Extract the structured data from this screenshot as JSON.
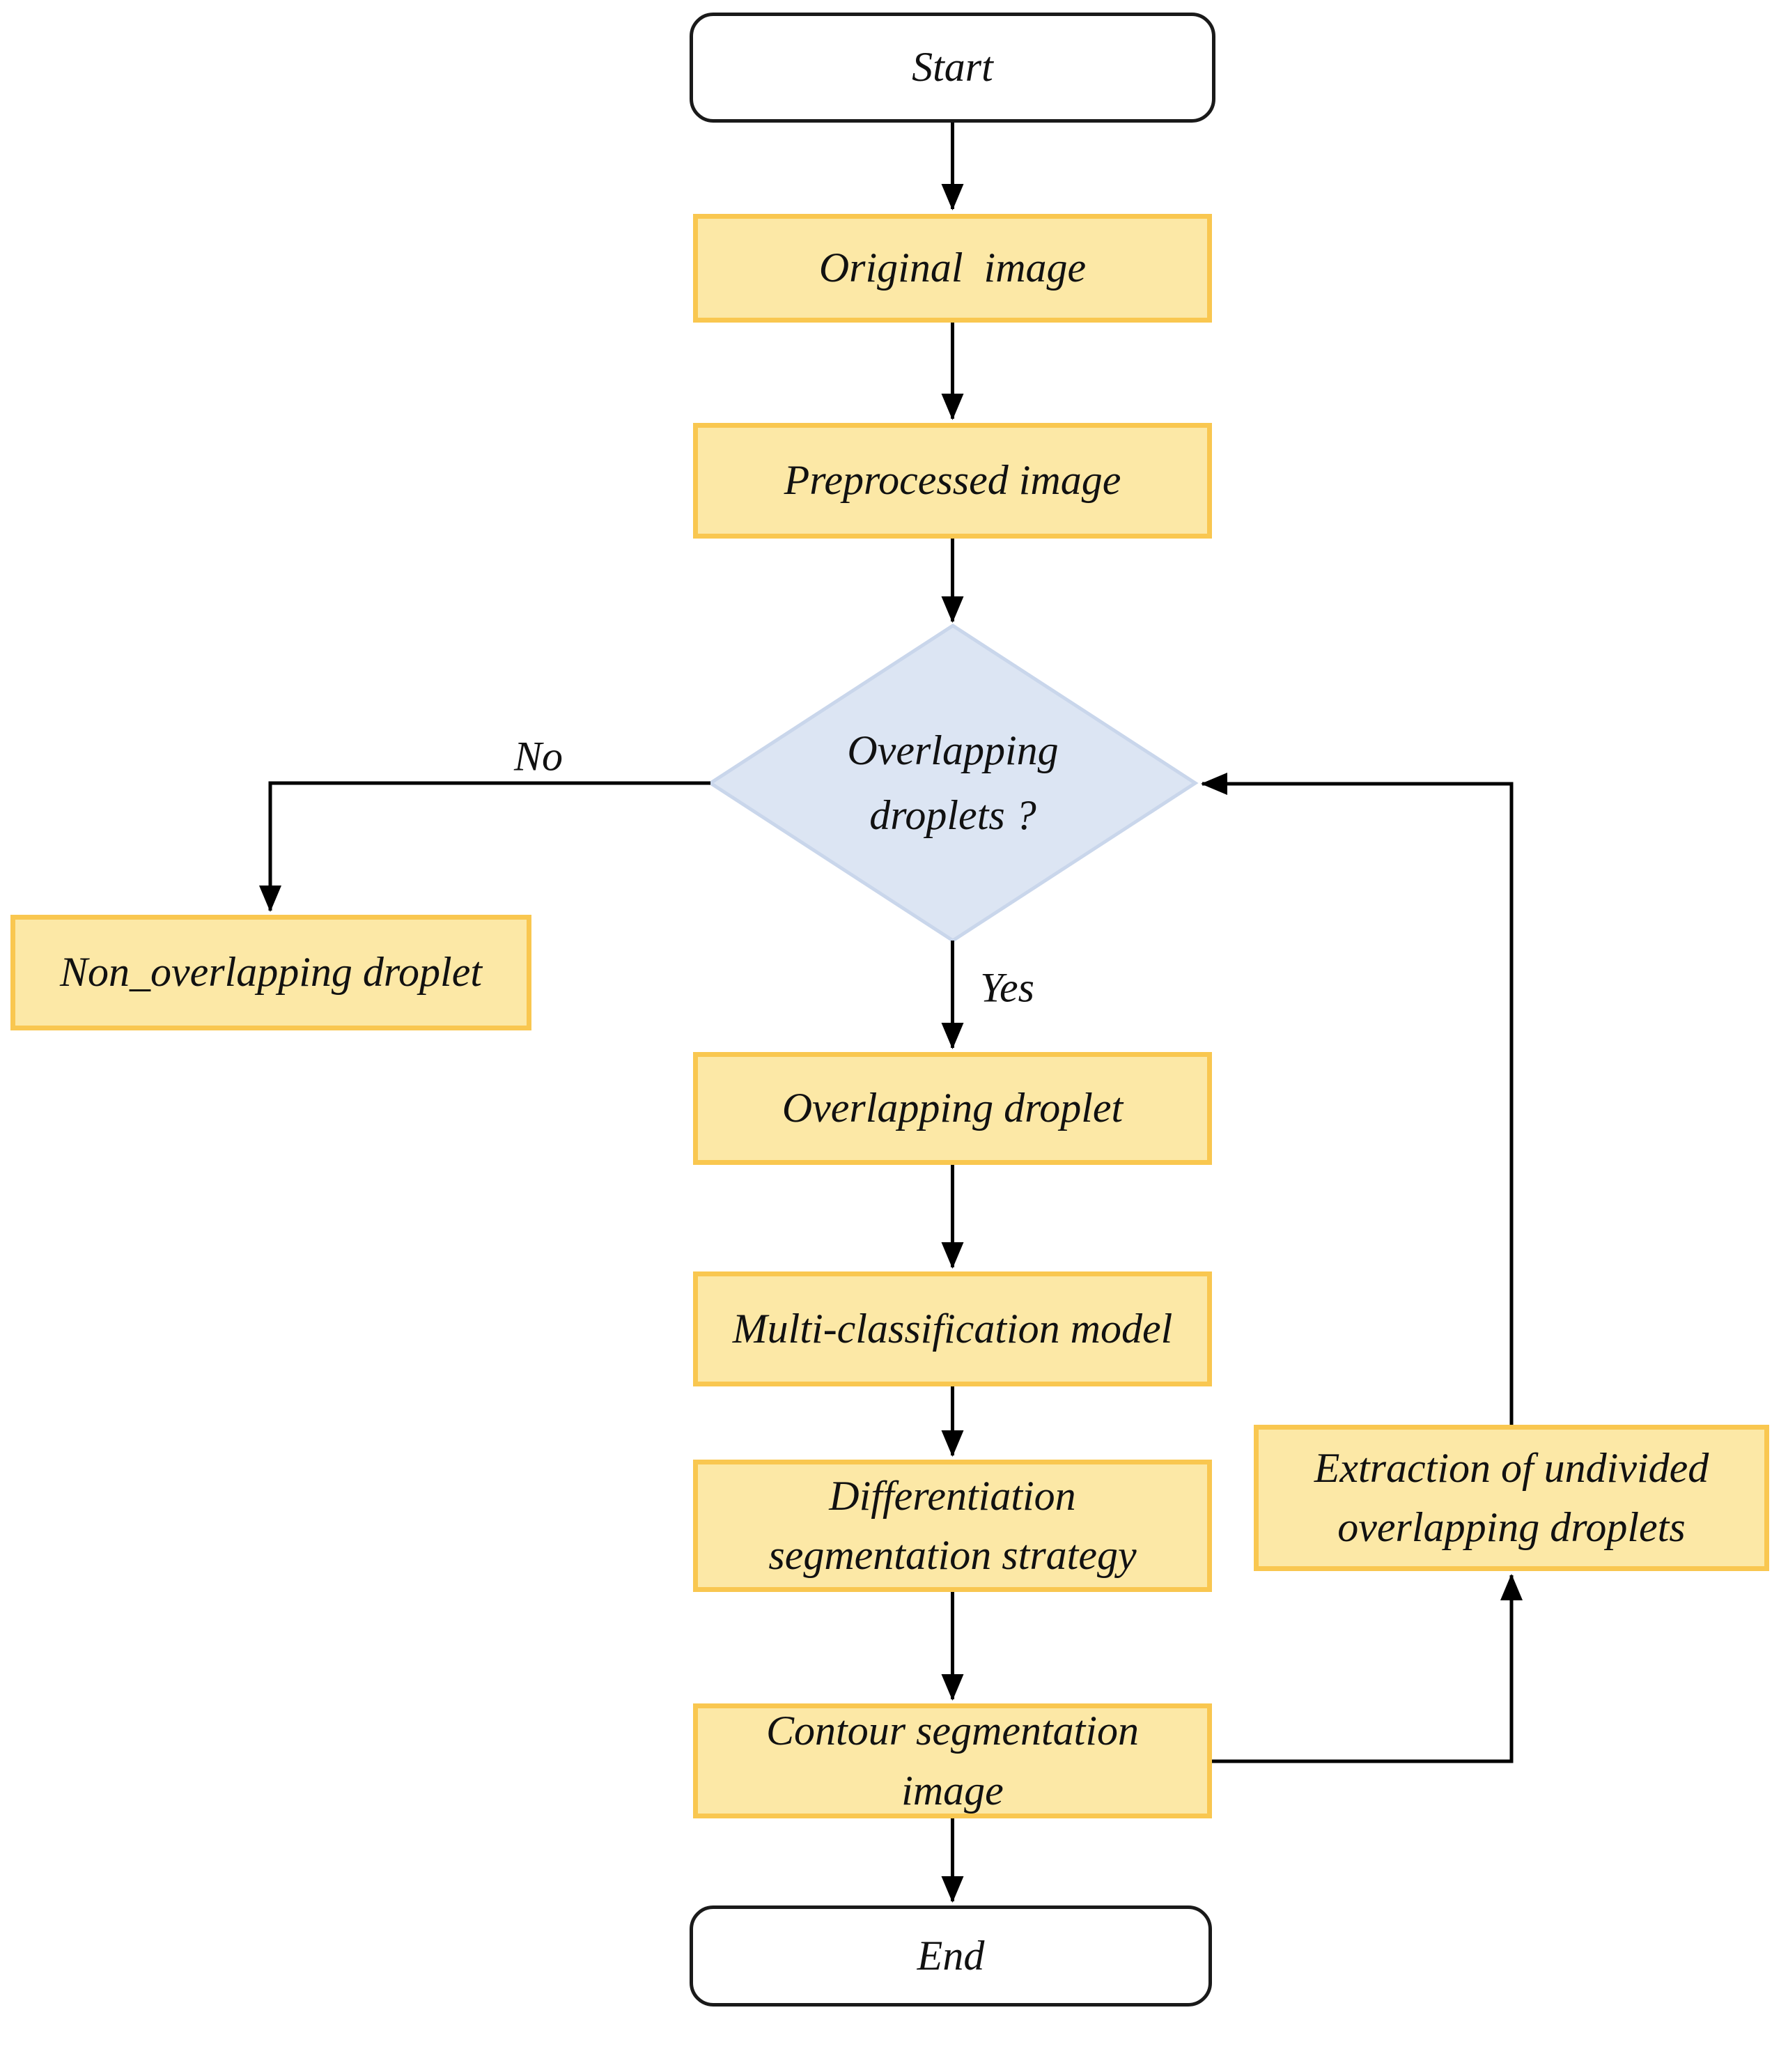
{
  "diagram": {
    "type": "flowchart",
    "nodes": {
      "start": {
        "label": "Start",
        "shape": "terminal"
      },
      "original_image": {
        "label": "Original  image",
        "shape": "process"
      },
      "preprocessed_image": {
        "label": "Preprocessed image",
        "shape": "process"
      },
      "overlapping_decision": {
        "label": "Overlapping\ndroplets ?",
        "shape": "decision"
      },
      "non_overlapping_droplet": {
        "label": "Non_overlapping droplet",
        "shape": "process"
      },
      "overlapping_droplet": {
        "label": "Overlapping droplet",
        "shape": "process"
      },
      "multi_classification_model": {
        "label": "Multi-classification model",
        "shape": "process"
      },
      "differentiation_segmentation": {
        "label": "Differentiation\nsegmentation strategy",
        "shape": "process"
      },
      "extraction_undivided": {
        "label": "Extraction of undivided\noverlapping droplets",
        "shape": "process"
      },
      "contour_segmentation": {
        "label": "Contour segmentation\nimage",
        "shape": "process"
      },
      "end": {
        "label": "End",
        "shape": "terminal"
      }
    },
    "edge_labels": {
      "no": "No",
      "yes": "Yes"
    },
    "colors": {
      "process_fill": "#FCE8A6",
      "process_border": "#F9C750",
      "decision_fill": "#DCE5F3",
      "decision_border": "#C9D6EB",
      "terminal_fill": "#FFFFFF",
      "terminal_border": "#1A1A1A",
      "line": "#000000",
      "text": "#111111"
    }
  }
}
